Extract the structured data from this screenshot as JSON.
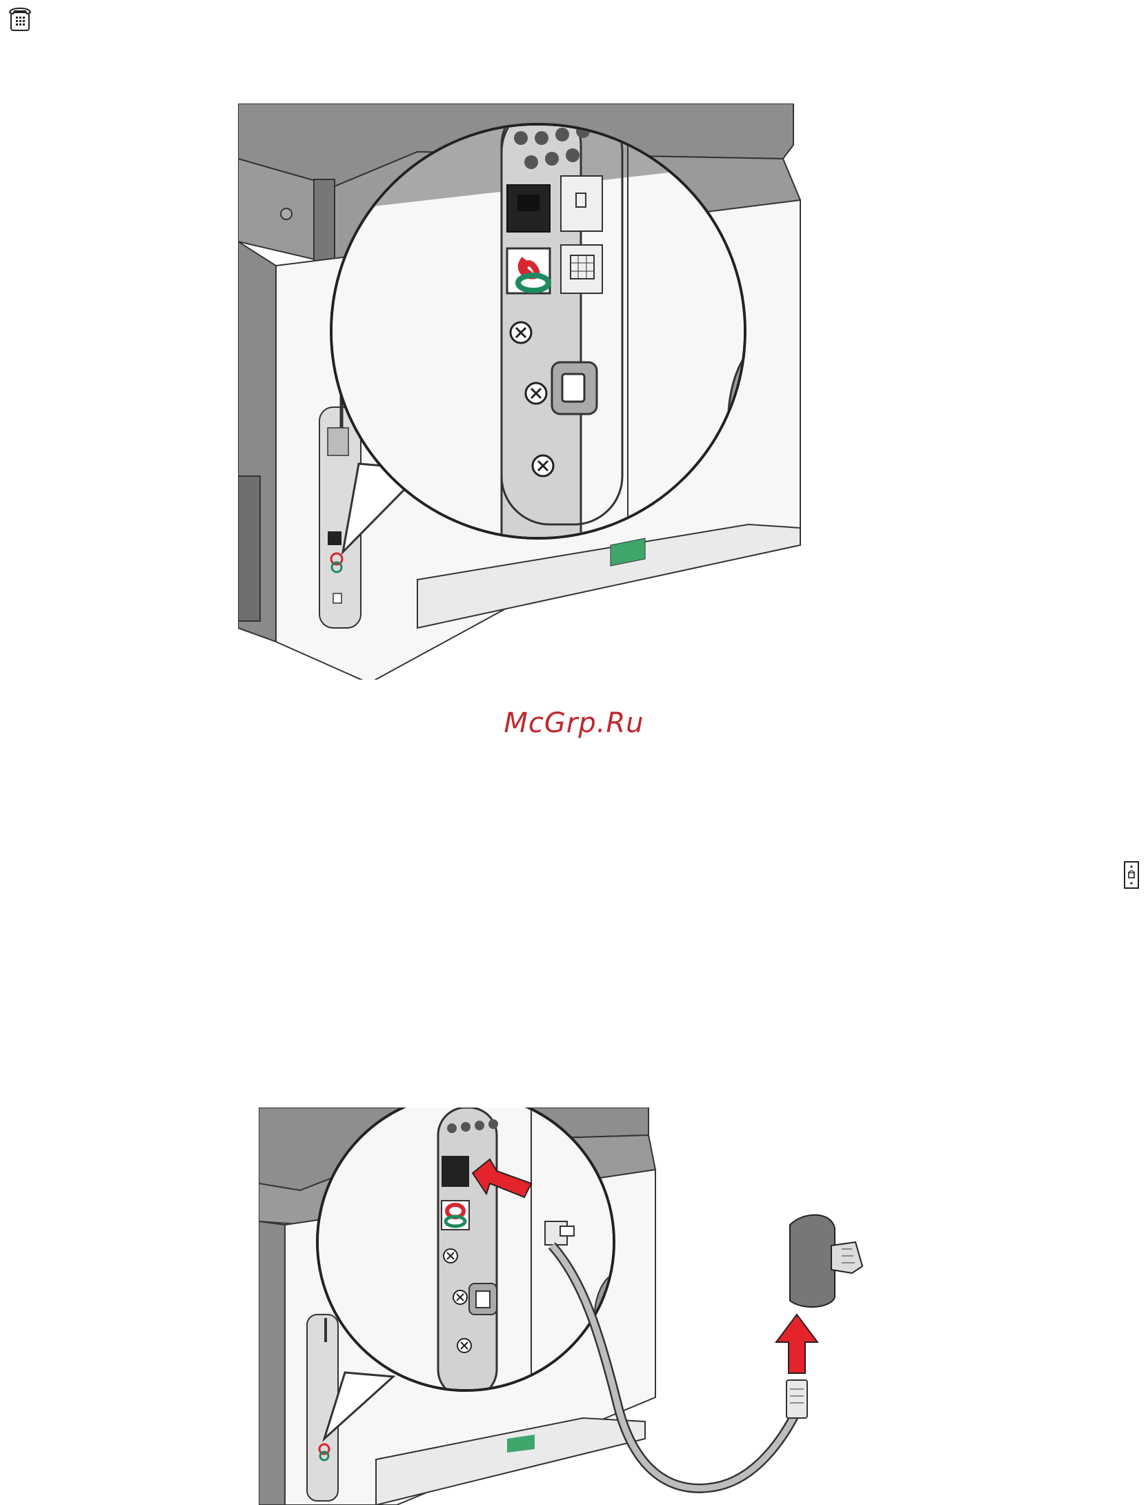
{
  "watermark": {
    "text": "McGrp.Ru",
    "color": "#c0272d"
  },
  "icons": {
    "phone": "phone-icon",
    "wall_jack": "wall-jack-icon"
  },
  "figures": {
    "top": "printer-rear-fax-port-callout",
    "bottom": "printer-phone-cord-connection"
  },
  "colors": {
    "printer_gray": "#8e8e8e",
    "printer_dark": "#6f6f6f",
    "printer_light": "#f2f2f2",
    "panel_gray": "#cfcfcf",
    "wire_red": "#d8262f",
    "wire_green": "#1e8a5f",
    "arrow_red": "#e5232b",
    "tray_green": "#3fa66b"
  }
}
